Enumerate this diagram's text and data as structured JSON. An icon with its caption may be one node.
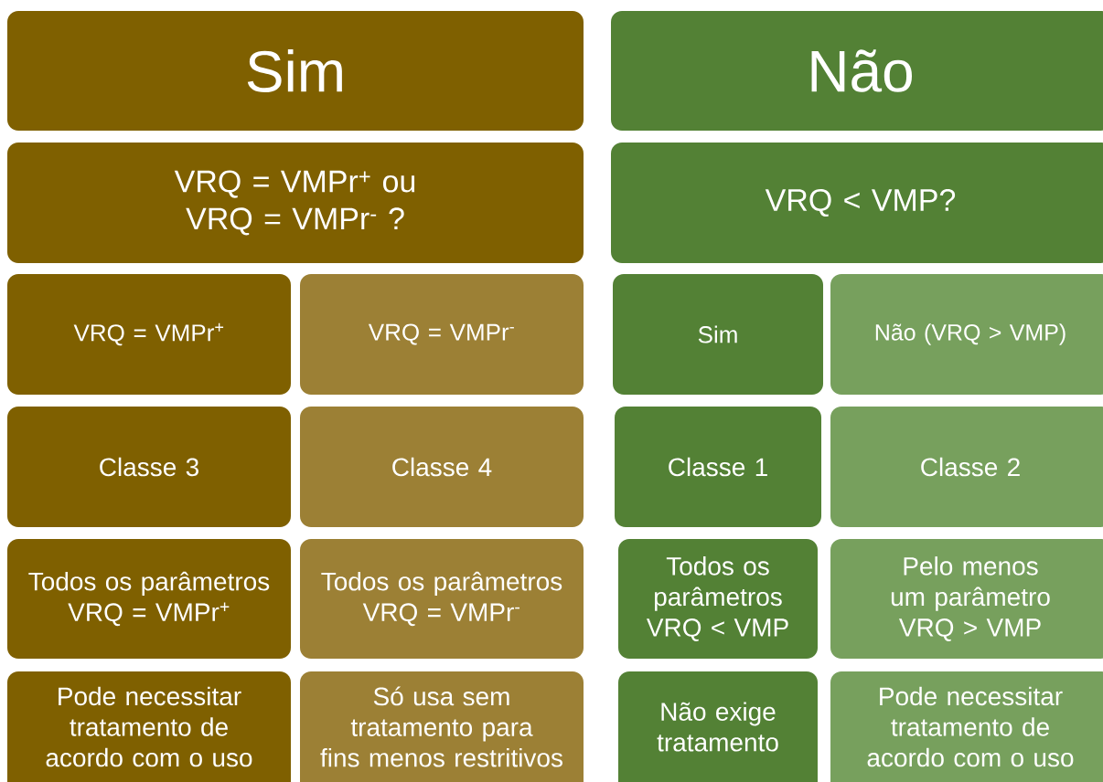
{
  "diagram": {
    "nodes": [
      {
        "text": [
          "Sim"
        ]
      },
      {
        "text": [
          "Não"
        ]
      },
      {
        "text": [
          "VRQ = VMPr$^{+}$ ou VRQ = VMPr$^{-}$ ?"
        ]
      },
      {
        "text": [
          "VRQ < VMP?"
        ]
      },
      {
        "text": [
          "VRQ = VMPr$^{+}$"
        ]
      },
      {
        "text": [
          "VRQ = VMPr$^{-}$"
        ]
      },
      {
        "text": [
          "Sim"
        ]
      },
      {
        "text": [
          "Não (VRQ > VMP)"
        ]
      },
      {
        "text": [
          "Classe 3"
        ]
      },
      {
        "text": [
          "Classe 4"
        ]
      },
      {
        "text": [
          "Classe 1"
        ]
      },
      {
        "text": [
          "Classe 2"
        ]
      },
      {
        "text": [
          "Todos os parâmetros VRQ = VMPr$^{+}$"
        ]
      },
      {
        "text": [
          "Todos os parâmetros VRQ = VMPr$^{-}$"
        ]
      },
      {
        "text": [
          "Todos os parâmetros VRQ < VMP"
        ]
      },
      {
        "text": [
          "Pelo menos um parâmetro VRQ > VMP"
        ]
      },
      {
        "text": [
          "Pode necessitar tratamento de acordo com o uso"
        ]
      },
      {
        "text": [
          "Só usa sem tratamento para fins menos restritivos"
        ]
      },
      {
        "text": [
          "Não exige tratamento"
        ]
      },
      {
        "text": [
          "Pode necessitar tratamento de acordo com o uso"
        ]
      }
    ]
  }
}
